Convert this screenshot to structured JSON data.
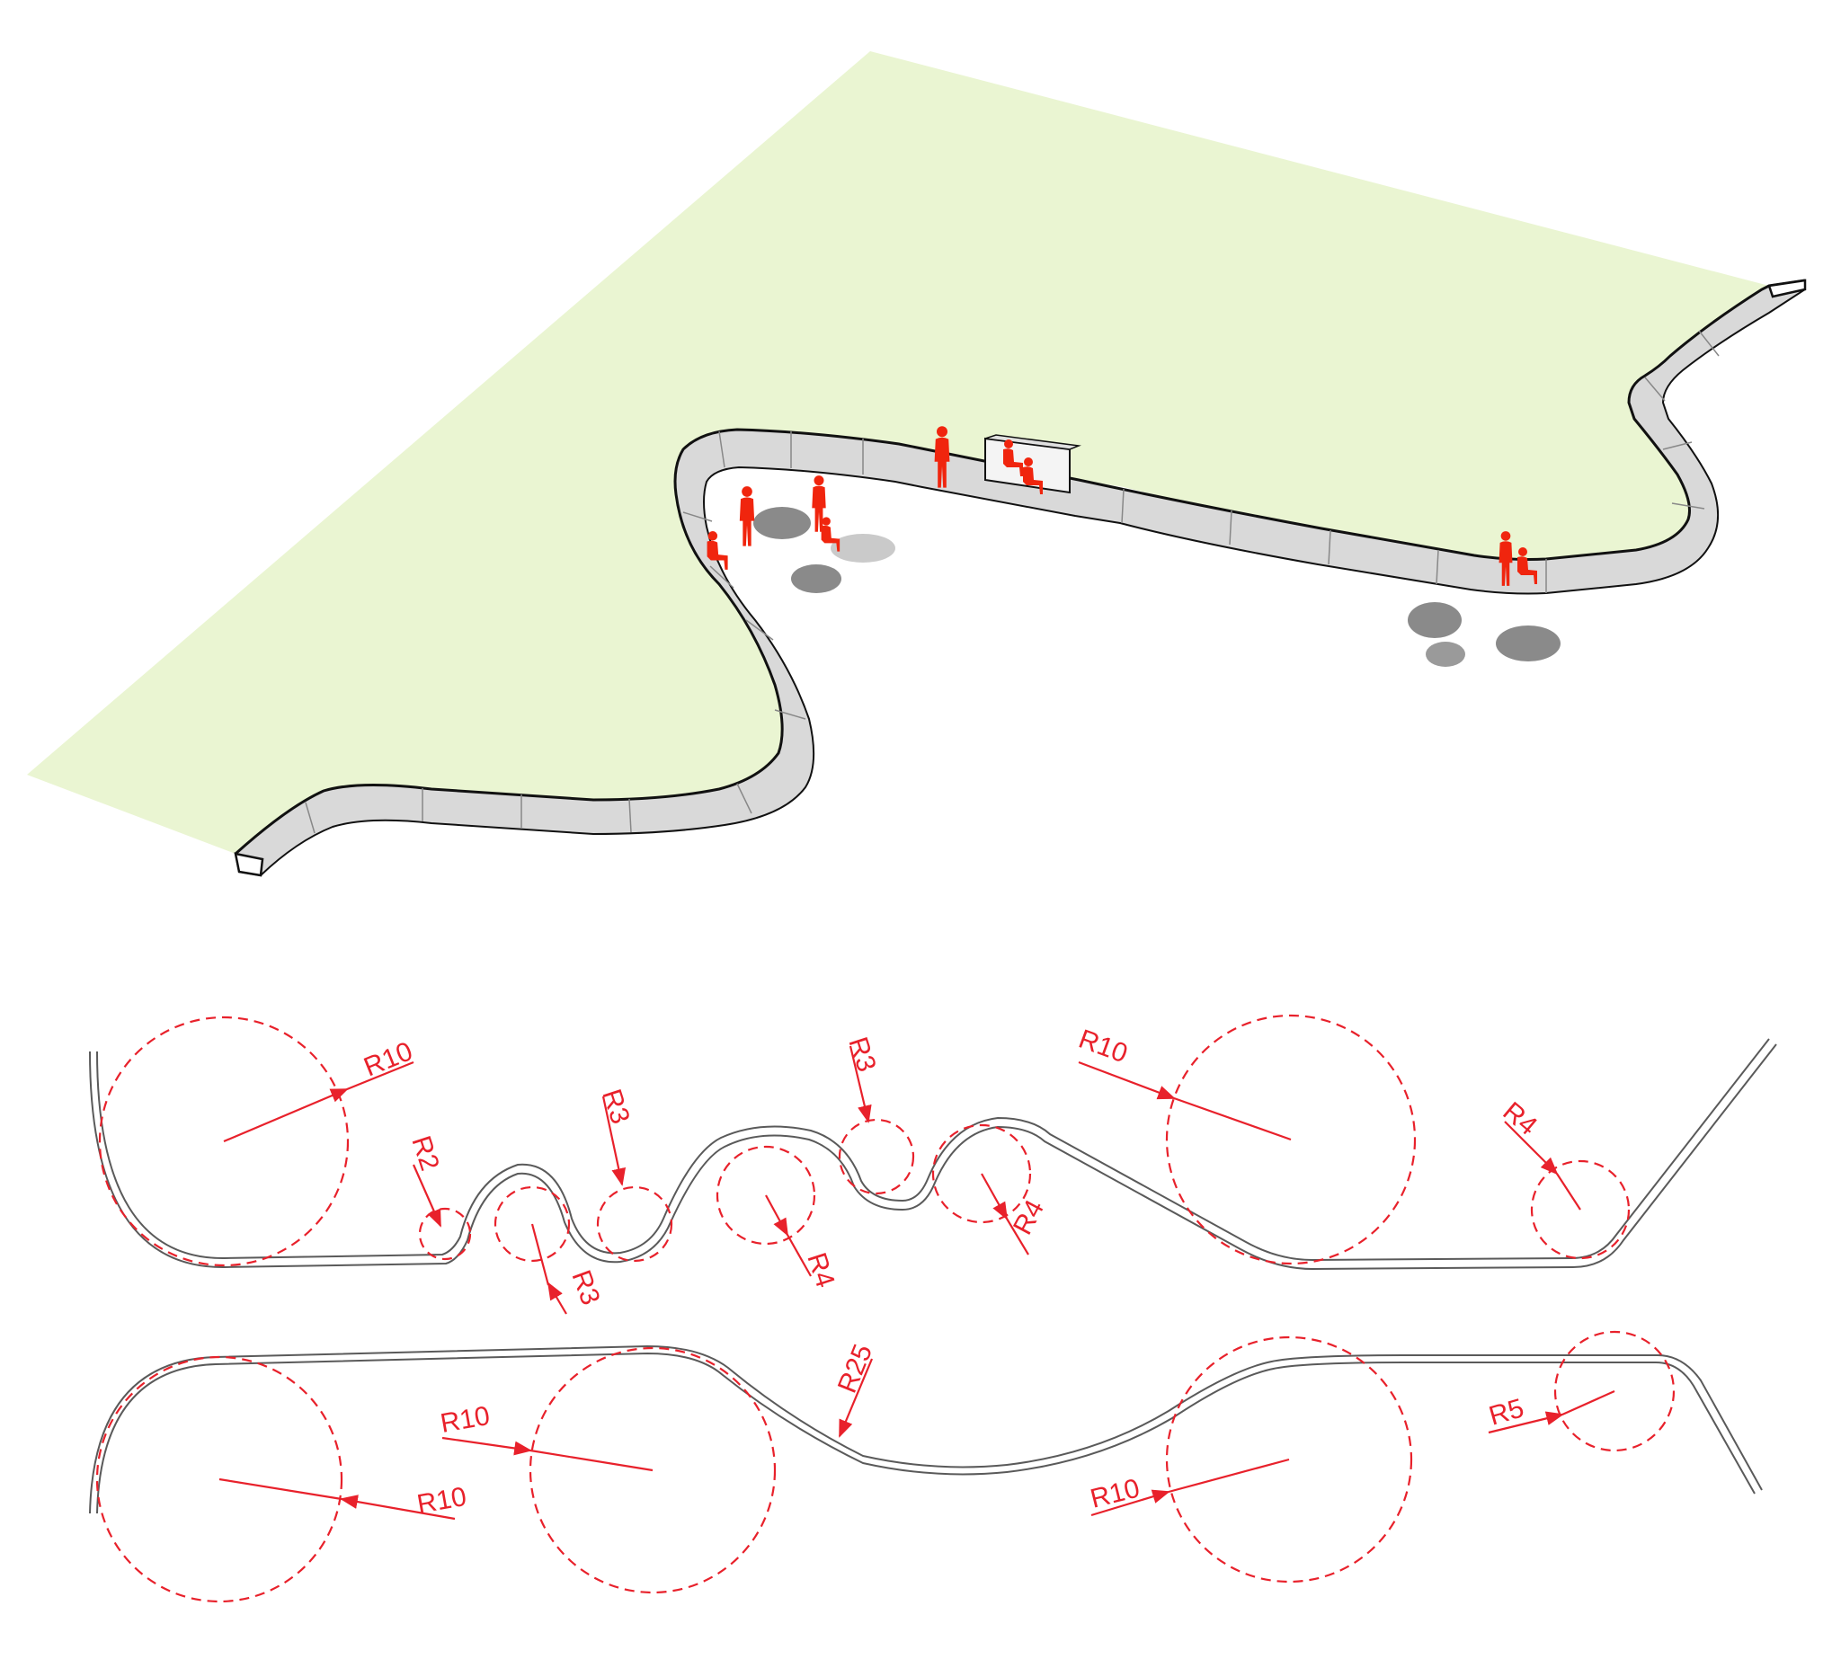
{
  "colors": {
    "lawn": "#eaf5d2",
    "curb_top": "#ffffff",
    "curb_side": "#d6d6d6",
    "outline": "#111111",
    "figures": "#f0250e",
    "stones": "#8a8a8a",
    "dimension_red": "#e8212b"
  },
  "axonometric": {
    "figure_groups": [
      "people-near-west-bend",
      "people-at-bench",
      "people-at-east-bend"
    ],
    "icons": [
      "person-icon",
      "stone-icon",
      "bench-icon"
    ]
  },
  "plan_top": {
    "radius_labels": [
      "R10",
      "R2",
      "R3",
      "R3",
      "R4",
      "R3",
      "R4",
      "R10",
      "R4"
    ]
  },
  "plan_bottom": {
    "radius_labels": [
      "R10",
      "R10",
      "R25",
      "R10",
      "R5"
    ]
  }
}
